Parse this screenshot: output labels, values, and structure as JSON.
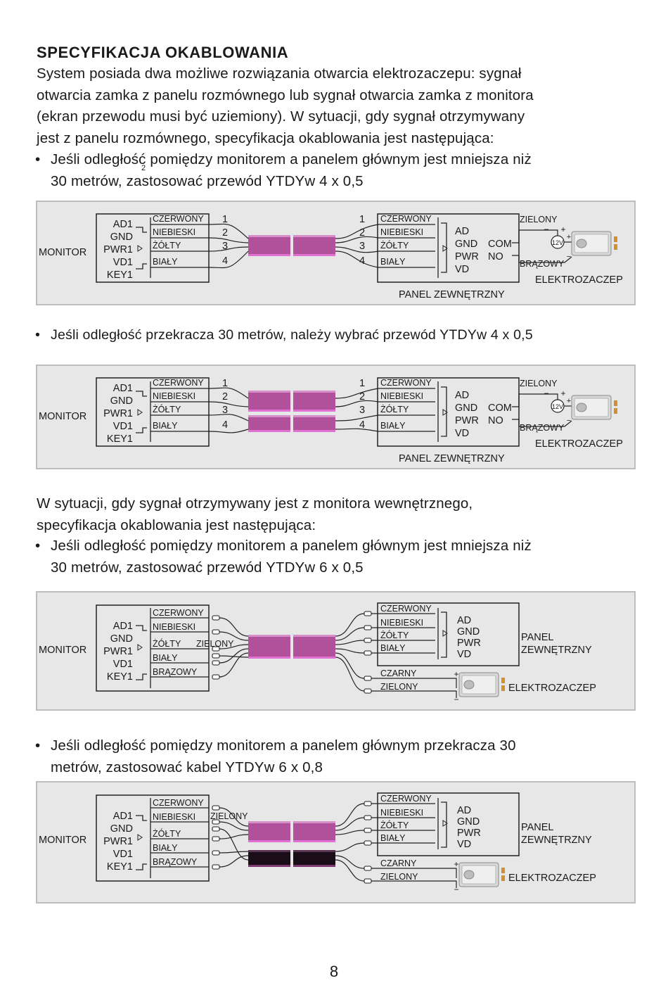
{
  "page": {
    "title": "SPECYFIKACJA OKABLOWANIA",
    "intro": [
      "System posiada dwa możliwe rozwiązania otwarcia elektrozaczepu: sygnał",
      "otwarcia zamka z panelu rozmównego lub sygnał otwarcia zamka z monitora",
      "(ekran przewodu musi być uziemiony). W sytuacji, gdy sygnał otrzymywany",
      "jest z panelu rozmównego, specyfikacja okablowania jest następująca:"
    ],
    "bullet1": [
      "Jeśli odległość pomiędzy monitorem a panelem głównym jest mniejsza niż",
      "30 metrów, zastosować przewód YTDYw 4 x 0,5"
    ],
    "bullet1_sub": "2",
    "bullet2": "Jeśli odległość przekracza 30 metrów, należy wybrać przewód YTDYw 4 x 0,5",
    "section2": [
      "W sytuacji, gdy sygnał otrzymywany jest z monitora wewnętrznego,",
      "specyfikacja okablowania jest następująca:"
    ],
    "bullet3": [
      "Jeśli odległość pomiędzy monitorem a panelem głównym jest mniejsza niż",
      "30 metrów, zastosować przewód YTDYw 6 x 0,5"
    ],
    "bullet4": [
      "Jeśli odległość pomiędzy monitorem a panelem głównym przekracza 30",
      "metrów, zastosować kabel YTDYw 6 x 0,8"
    ],
    "page_number": "8"
  },
  "labels": {
    "monitor": "MONITOR",
    "monitor_pins": [
      "AD1",
      "GND",
      "PWR1",
      "VD1",
      "KEY1"
    ],
    "wires4": [
      "CZERWONY",
      "NIEBIESKI",
      "ŻÓŁTY",
      "BIAŁY"
    ],
    "wires6": [
      "CZERWONY",
      "NIEBIESKI",
      "ŻÓŁTY",
      "BIAŁY",
      "BRĄZOWY"
    ],
    "nums": [
      "1",
      "2",
      "3",
      "4"
    ],
    "panel_pins": [
      "AD",
      "GND",
      "PWR",
      "VD"
    ],
    "com": "COM",
    "no": "NO",
    "zielony": "ZIELONY",
    "brazowy": "BRĄZOWY",
    "czarny": "CZARNY",
    "v12": "12V",
    "plus": "+",
    "minus": "−",
    "elektrozaczep": "ELEKTROZACZEP",
    "panel_zewn": "PANEL ZEWNĘTRZNY",
    "panel": "PANEL",
    "zewnetrzny": "ZEWNĘTRZNY"
  },
  "colors": {
    "cable_pink": "#b2509c",
    "cable_dark": "#1a0d18",
    "panel_bg": "#e7e7e7"
  }
}
